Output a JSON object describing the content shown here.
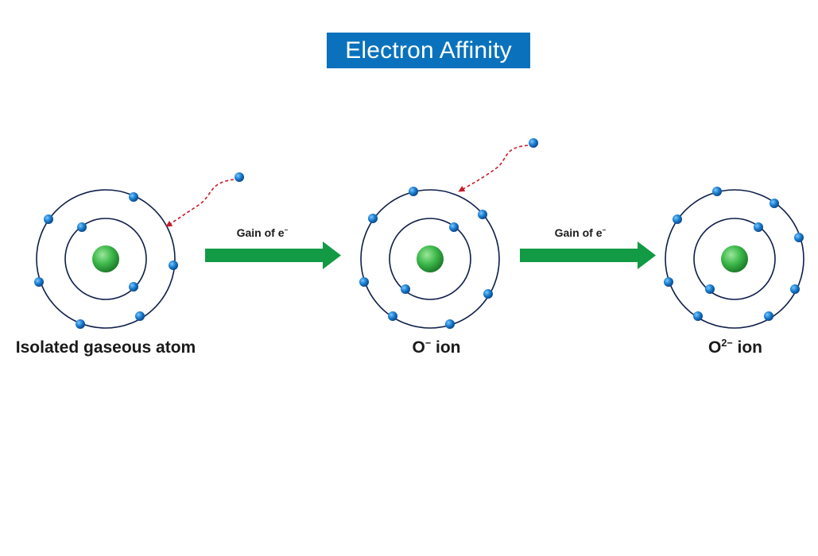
{
  "title": "Electron Affinity",
  "colors": {
    "title_bg": "#0a72bd",
    "orbit": "#0e1e4a",
    "electron": "#1a7fd0",
    "nucleus": "#3cb84a",
    "arrow": "#129a45",
    "electron_path": "#c81a2a"
  },
  "arrows": [
    {
      "label_base": "Gain of e",
      "label_sup": "−"
    },
    {
      "label_base": "Gain of e",
      "label_sup": "−"
    }
  ],
  "atoms": [
    {
      "caption_base": "Isolated gaseous atom",
      "caption_sup": ""
    },
    {
      "caption_base": "O",
      "caption_sup": "−",
      "caption_tail": " ion"
    },
    {
      "caption_base": "O",
      "caption_sup": "2−",
      "caption_tail": " ion"
    }
  ]
}
